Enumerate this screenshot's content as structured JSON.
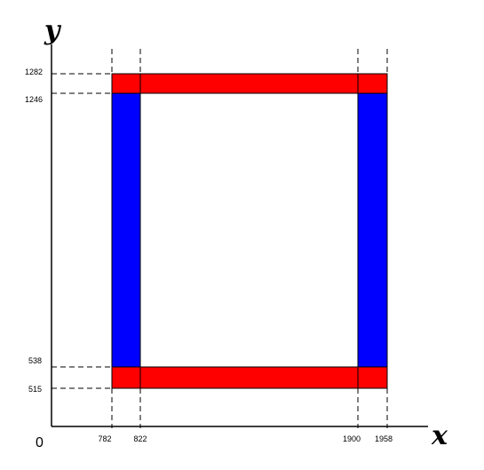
{
  "diagram": {
    "axes": {
      "x_label": "x",
      "y_label": "y",
      "origin_label": "0"
    },
    "x_ticks": [
      "782",
      "822",
      "1900",
      "1958"
    ],
    "y_ticks": [
      "1282",
      "1246",
      "538",
      "515"
    ],
    "colors": {
      "horizontal_bars": "#ff0000",
      "vertical_bars": "#0000ff",
      "outline": "#000000",
      "background": "#ffffff"
    }
  }
}
